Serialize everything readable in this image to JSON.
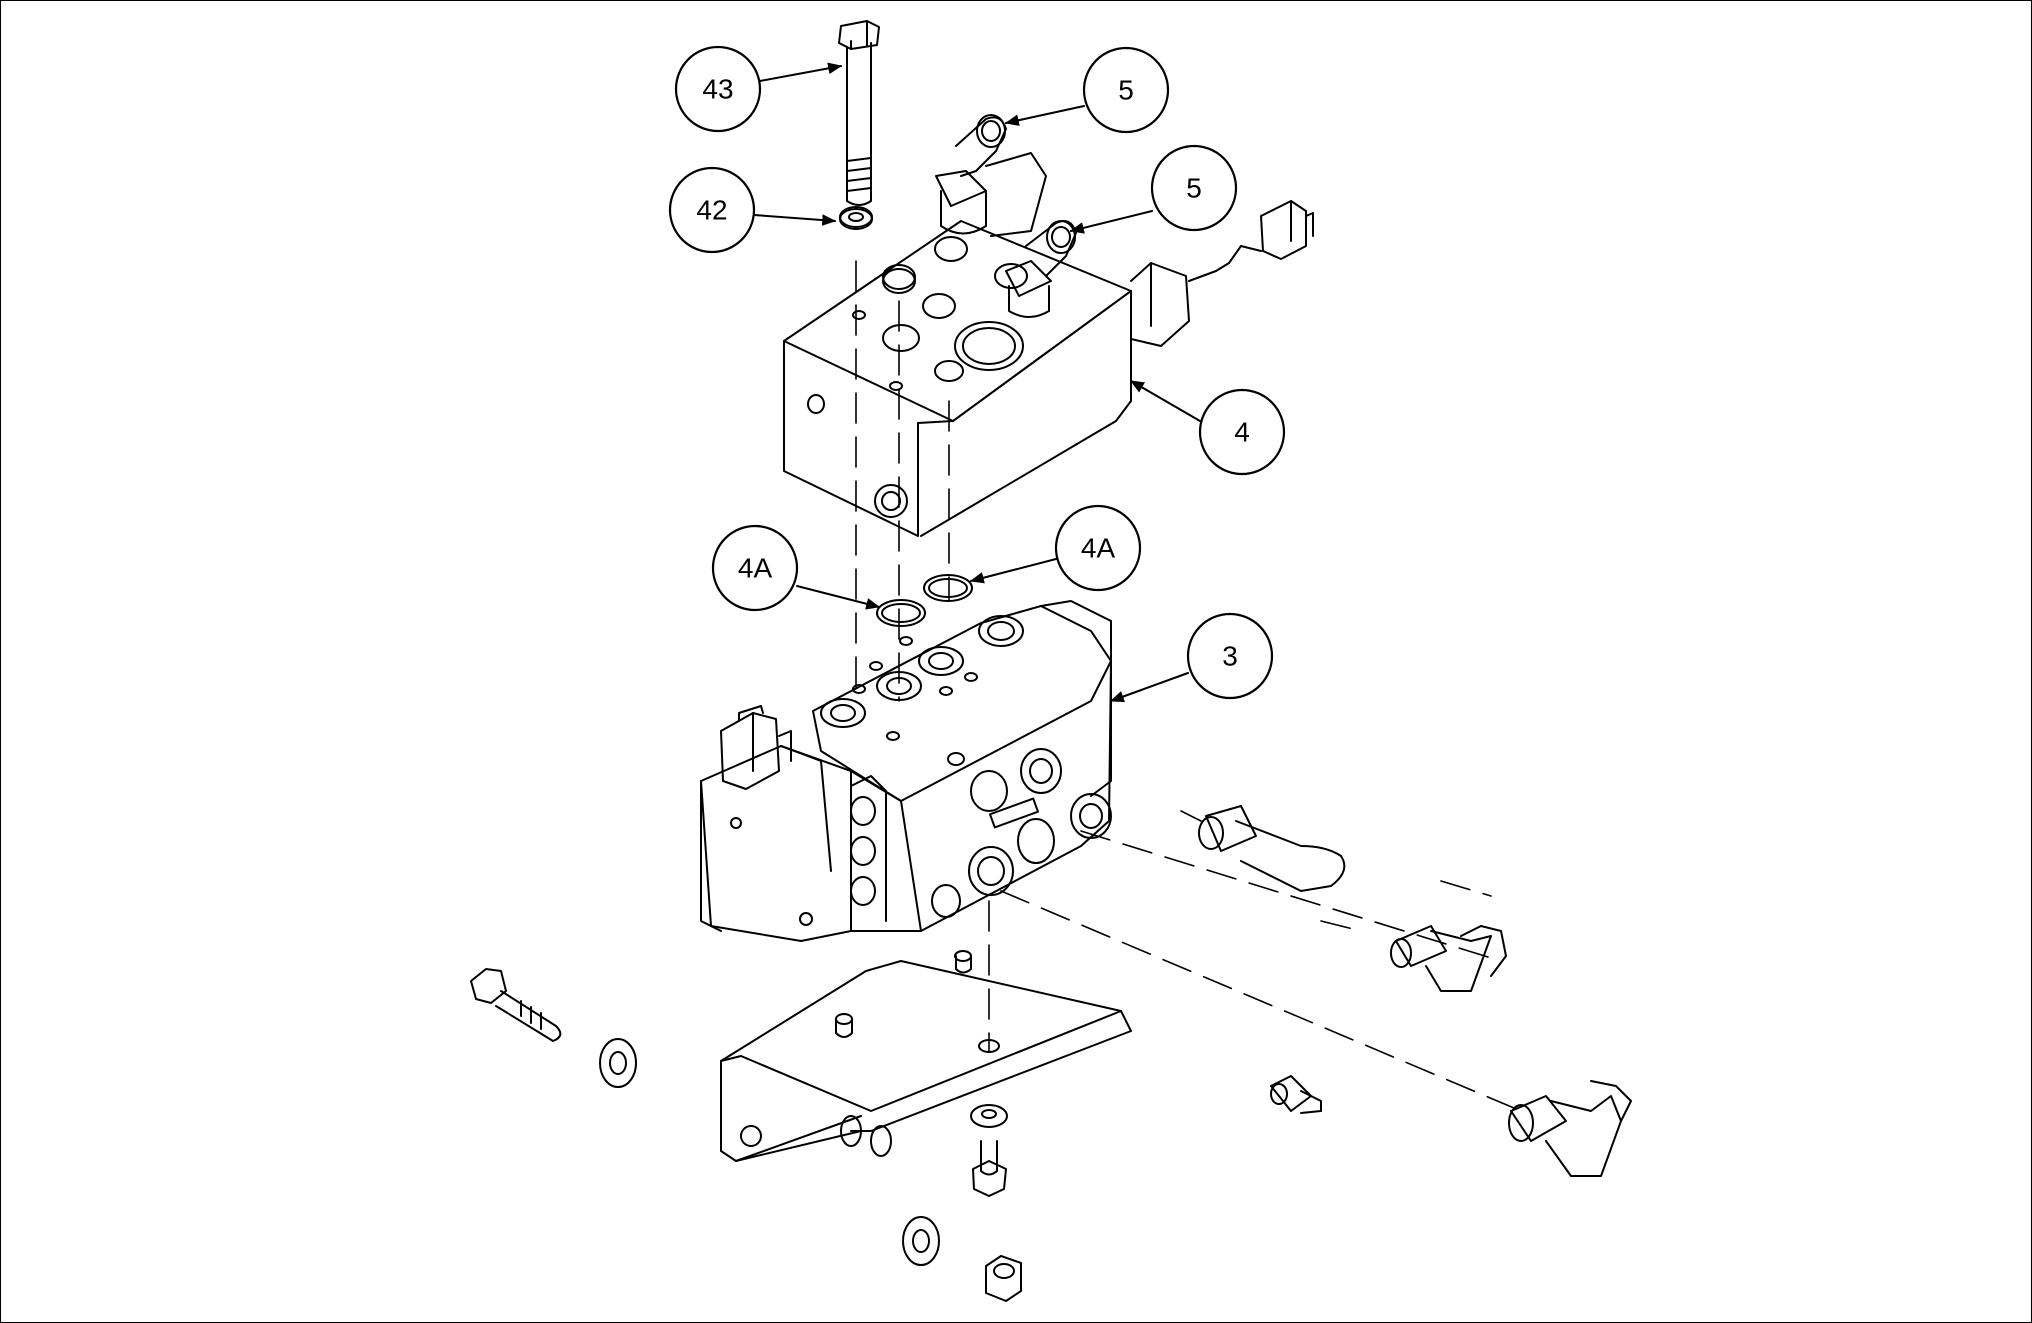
{
  "diagram": {
    "callouts": [
      {
        "id": "c43",
        "label": "43"
      },
      {
        "id": "c42",
        "label": "42"
      },
      {
        "id": "c5a",
        "label": "5"
      },
      {
        "id": "c5b",
        "label": "5"
      },
      {
        "id": "c4",
        "label": "4"
      },
      {
        "id": "c4a-left",
        "label": "4A"
      },
      {
        "id": "c4a-right",
        "label": "4A"
      },
      {
        "id": "c3",
        "label": "3"
      }
    ],
    "parts": [
      "long-bolt",
      "washer",
      "elbow-fitting",
      "cartridge-valve-block",
      "solenoid-connector",
      "o-ring",
      "valve-section",
      "mounting-bracket",
      "straight-elbow-fitting",
      "short-bolt",
      "nut"
    ]
  }
}
